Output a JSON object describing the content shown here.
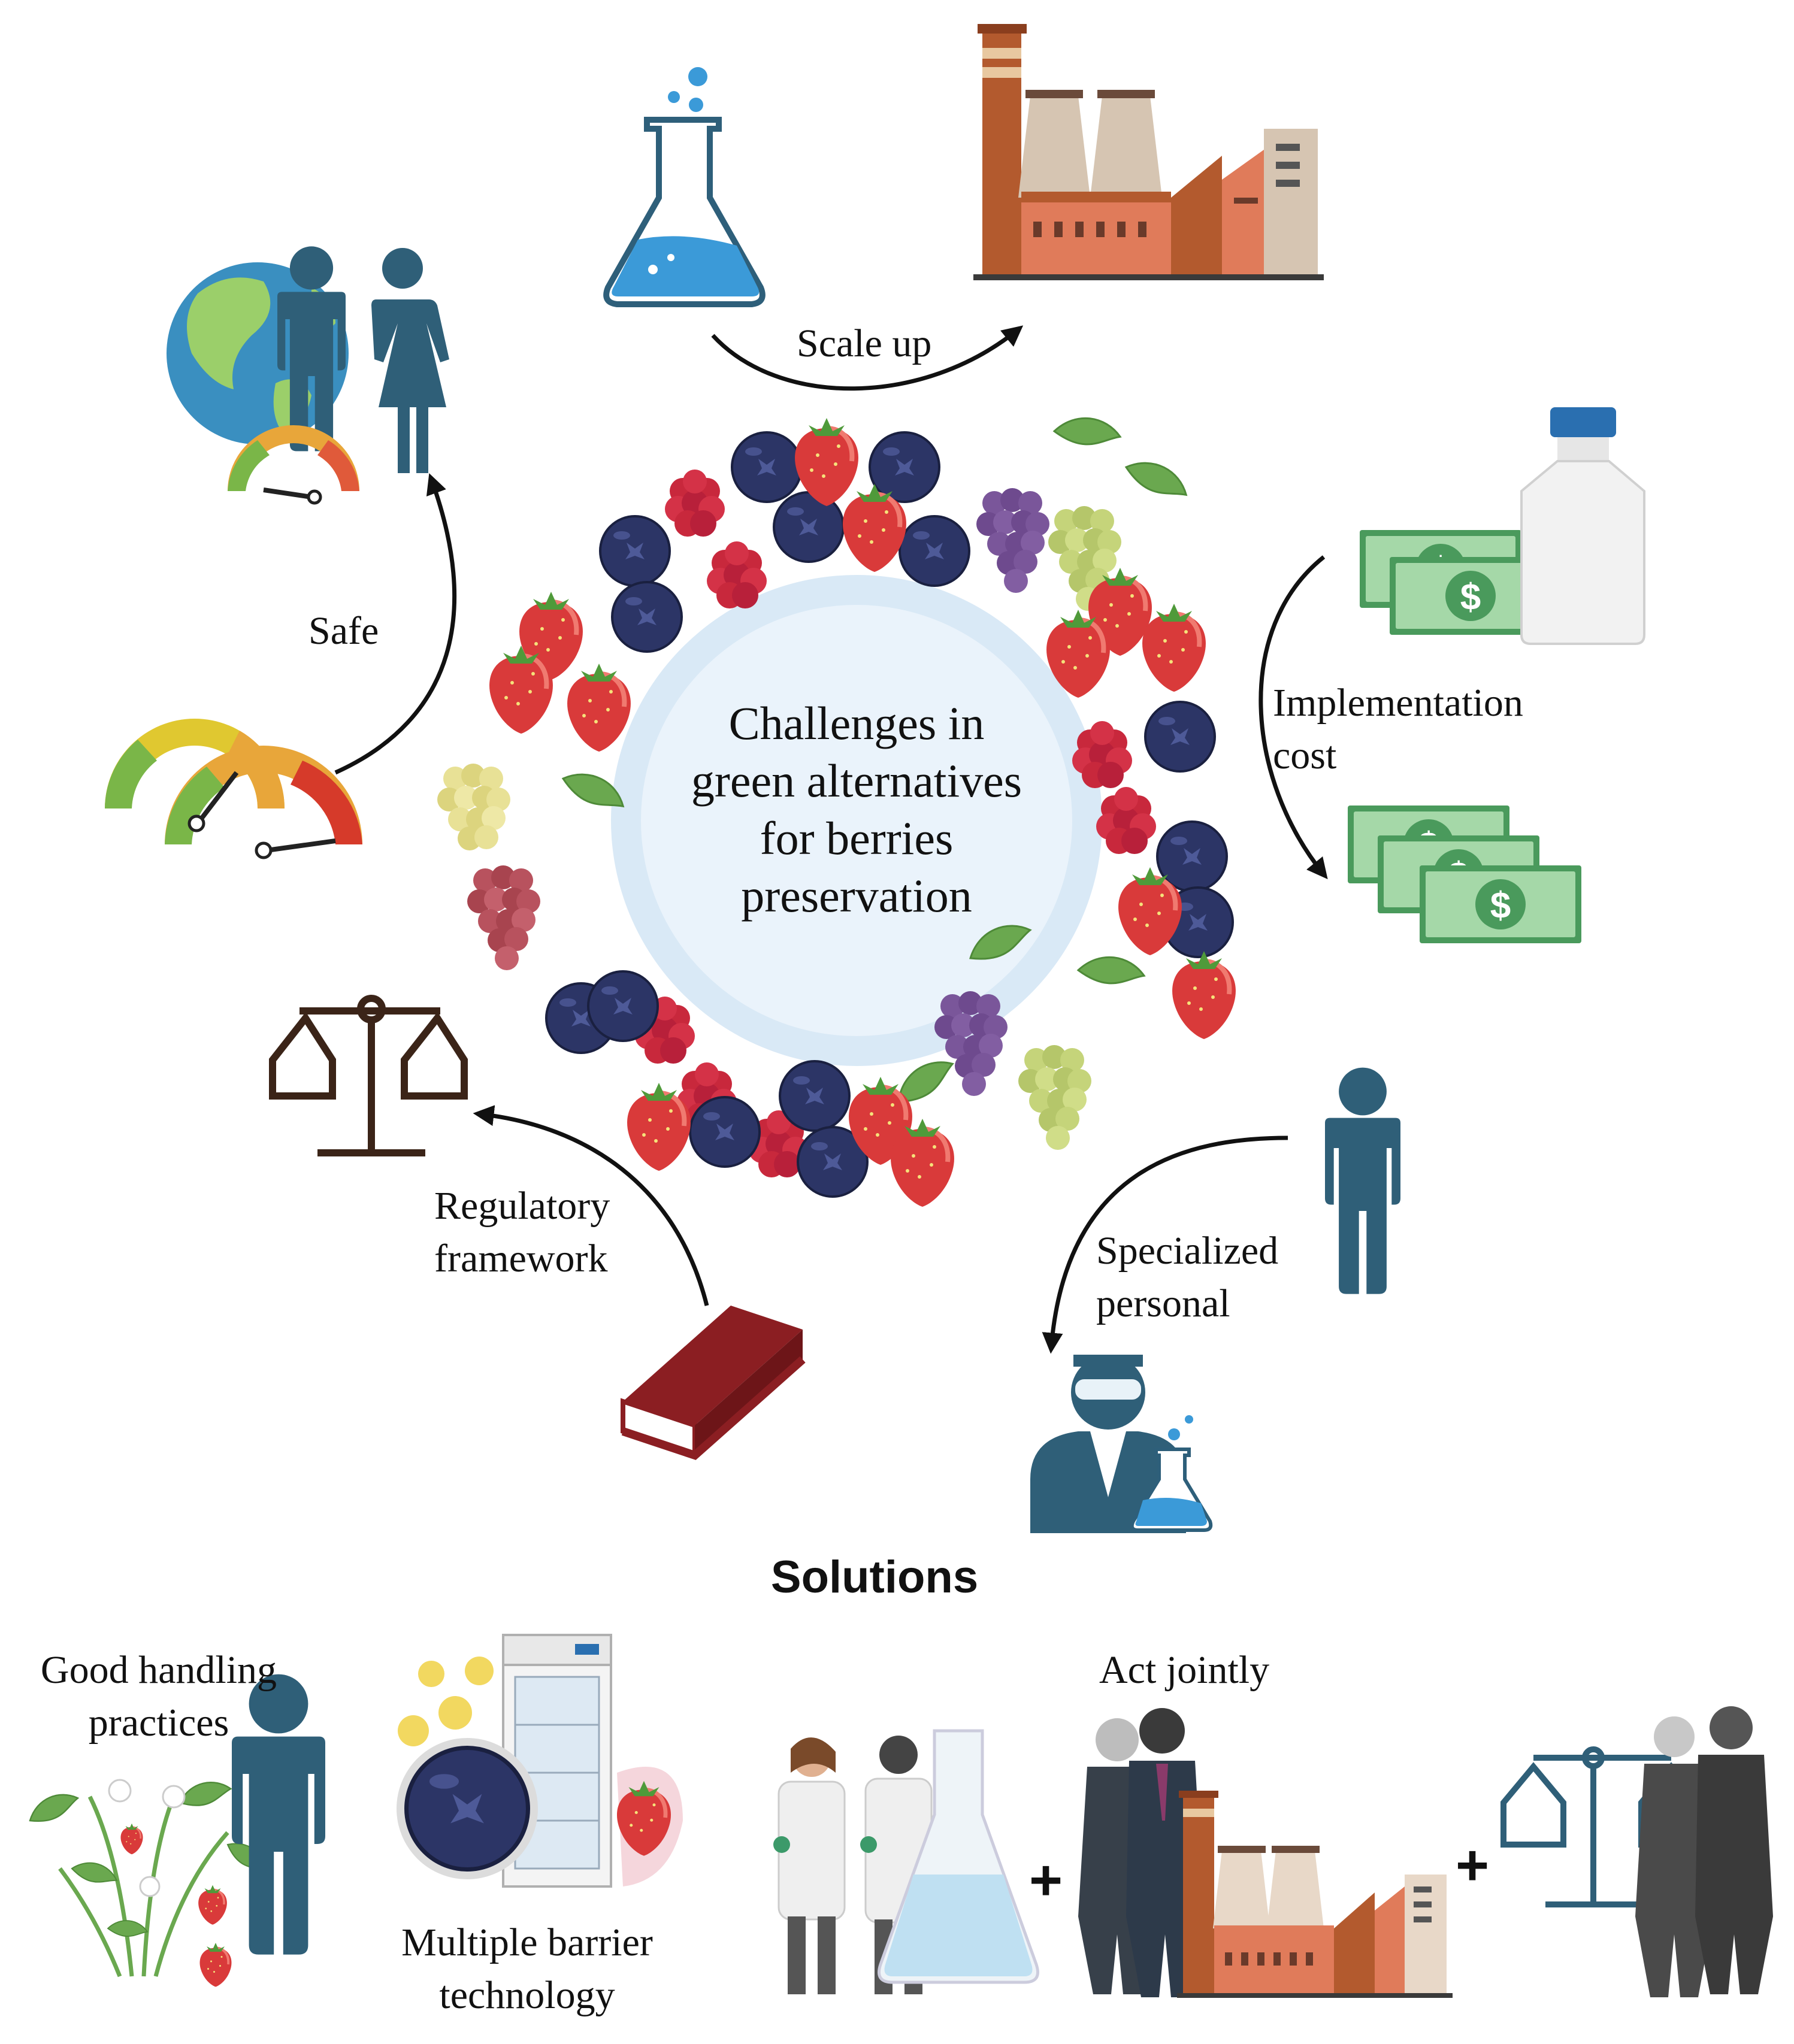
{
  "center_title": [
    "Challenges in",
    "green alternatives",
    "for berries",
    "preservation"
  ],
  "challenges": {
    "scale_up": "Scale up",
    "implementation_cost": [
      "Implementation",
      "cost"
    ],
    "specialized_personal": [
      "Specialized",
      "personal"
    ],
    "regulatory_framework": [
      "Regulatory",
      "framework"
    ],
    "safe": "Safe"
  },
  "solutions": {
    "title": "Solutions",
    "good_handling": [
      "Good handling",
      "practices"
    ],
    "multiple_barrier": [
      "Multiple barrier",
      "technology"
    ],
    "act_jointly": "Act jointly",
    "plus": "+"
  },
  "colors": {
    "strawberry": "#d93a3a",
    "raspberry": "#c8283c",
    "blueberry": "#2c3566",
    "grape_purple": "#6e4a8e",
    "grape_green": "#bccc6a",
    "grape_yellow": "#e3dc8a",
    "grape_red": "#b8525e",
    "leaf": "#6aa84f",
    "flask_liquid": "#3b9ad8",
    "person": "#2f5f78",
    "money": "#4a9a5c",
    "book": "#8b1e22",
    "scale": "#3b2418",
    "factory_brick": "#c45c3a"
  },
  "icons": [
    "flask-icon",
    "factory-icon",
    "globe-icon",
    "people-icon",
    "gauge-icon",
    "money-icon",
    "bottle-icon",
    "person-icon",
    "scientist-icon",
    "book-icon",
    "scale-icon",
    "strawberry-plant-icon",
    "fridge-icon",
    "blueberry-icon",
    "researchers-icon",
    "businesspeople-icon",
    "lawyers-icon"
  ]
}
